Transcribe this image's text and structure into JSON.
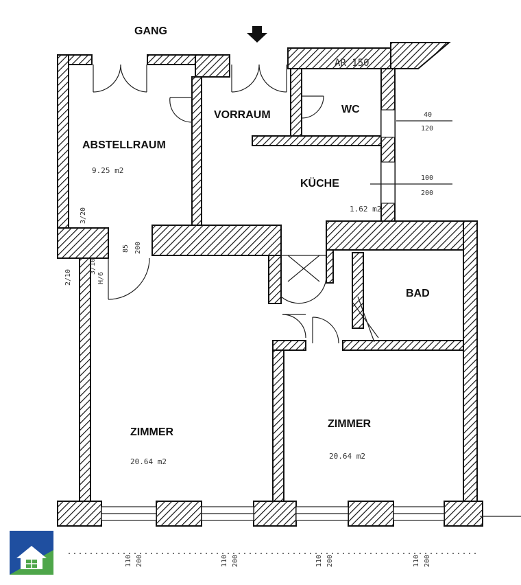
{
  "labels": {
    "gang": "GANG",
    "vorraum": "VORRAUM",
    "wc": "WC",
    "abstellraum": "ABSTELLRAUM",
    "kueche": "KÜCHE",
    "bad": "BAD",
    "zimmer_left": "ZIMMER",
    "zimmer_right": "ZIMMER"
  },
  "areas": {
    "abstellraum": "9.25 m2",
    "kueche": "1.62 m2",
    "zimmer_left": "20.64 m2",
    "zimmer_right": "20.64 m2"
  },
  "dimensions": {
    "wc_window_top": "40",
    "wc_window_bottom": "120",
    "kueche_window_top": "100",
    "kueche_window_bottom": "200",
    "abstell_side": "3/20",
    "door_a_top": "85",
    "door_a_bottom": "200",
    "side_a": "2/10",
    "side_b": "3/10",
    "side_c": "H/6",
    "ar": "AR 150",
    "bottom_w1_top": "110",
    "bottom_w1_bottom": "200",
    "bottom_w2_top": "110",
    "bottom_w2_bottom": "200",
    "bottom_w3_top": "110",
    "bottom_w3_bottom": "200",
    "bottom_w4_top": "110",
    "bottom_w4_bottom": "200"
  },
  "colors": {
    "logo_blue": "#1f4fa0",
    "logo_green": "#4ea64a",
    "logo_house": "#ffffff"
  }
}
